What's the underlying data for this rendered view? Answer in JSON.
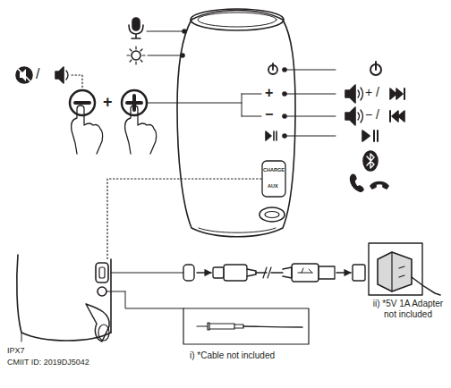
{
  "diagram": {
    "labels": [
      "/",
      "+",
      "+",
      "−",
      "+ /",
      "− /",
      "CHARGE",
      "AUX",
      "IPX7",
      "CMIIT ID: 2019DJ5042",
      "i) *Cable not included",
      "ii) *5V 1A Adapter not included"
    ]
  }
}
